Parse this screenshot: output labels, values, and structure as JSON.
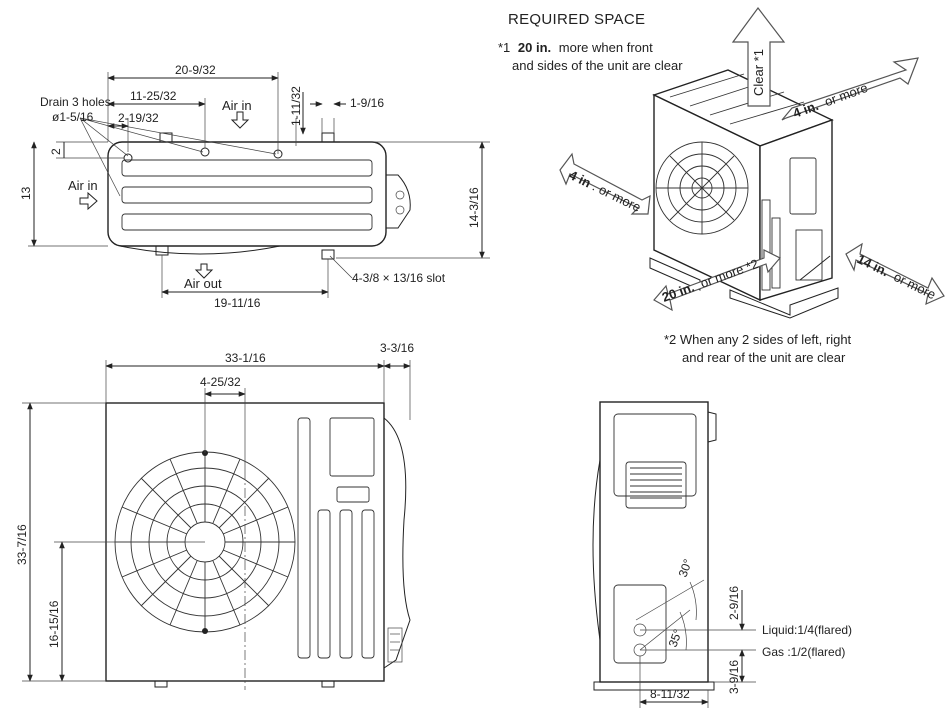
{
  "required_space": {
    "title": "REQUIRED SPACE",
    "note1_prefix": "*1",
    "note1_bold": "20 in.",
    "note1_rest": "more when front",
    "note1_line2": "and sides of the unit are clear",
    "clear_label": "Clear *1",
    "rear_label_bold": "4 in.",
    "rear_label_rest": "or more",
    "left_label_bold": "4 in",
    "left_label_rest": ". or more",
    "front_label_bold": "20 in.",
    "front_label_rest": "or more *2",
    "right_label_bold": "14 in.",
    "right_label_rest": "or more",
    "note2_line1": "*2 When any 2 sides of left, right",
    "note2_line2": "and rear of the unit are clear"
  },
  "top_view": {
    "drain_line1": "Drain 3 holes",
    "drain_line2": "ø1-5/16",
    "air_in_top": "Air in",
    "air_in_left": "Air in",
    "air_out": "Air out",
    "slot": "4-3/8 × 13/16 slot",
    "dims": {
      "d_20_9_32": "20-9/32",
      "d_11_25_32": "11-25/32",
      "d_2_19_32": "2-19/32",
      "d_1_11_32": "1-11/32",
      "d_1_9_16": "1-9/16",
      "d_2": "2",
      "d_13": "13",
      "d_14_3_16": "14-3/16",
      "d_19_11_16": "19-11/16"
    }
  },
  "front_view": {
    "dims": {
      "d_33_1_16": "33-1/16",
      "d_3_3_16": "3-3/16",
      "d_4_25_32": "4-25/32",
      "d_33_7_16": "33-7/16",
      "d_16_15_16": "16-15/16"
    }
  },
  "side_view": {
    "liquid": "Liquid:1/4(flared)",
    "gas": "Gas   :1/2(flared)",
    "angle_30": "30°",
    "angle_35": "35°",
    "dims": {
      "d_2_9_16": "2-9/16",
      "d_3_9_16": "3-9/16",
      "d_8_11_32": "8-11/32"
    }
  }
}
